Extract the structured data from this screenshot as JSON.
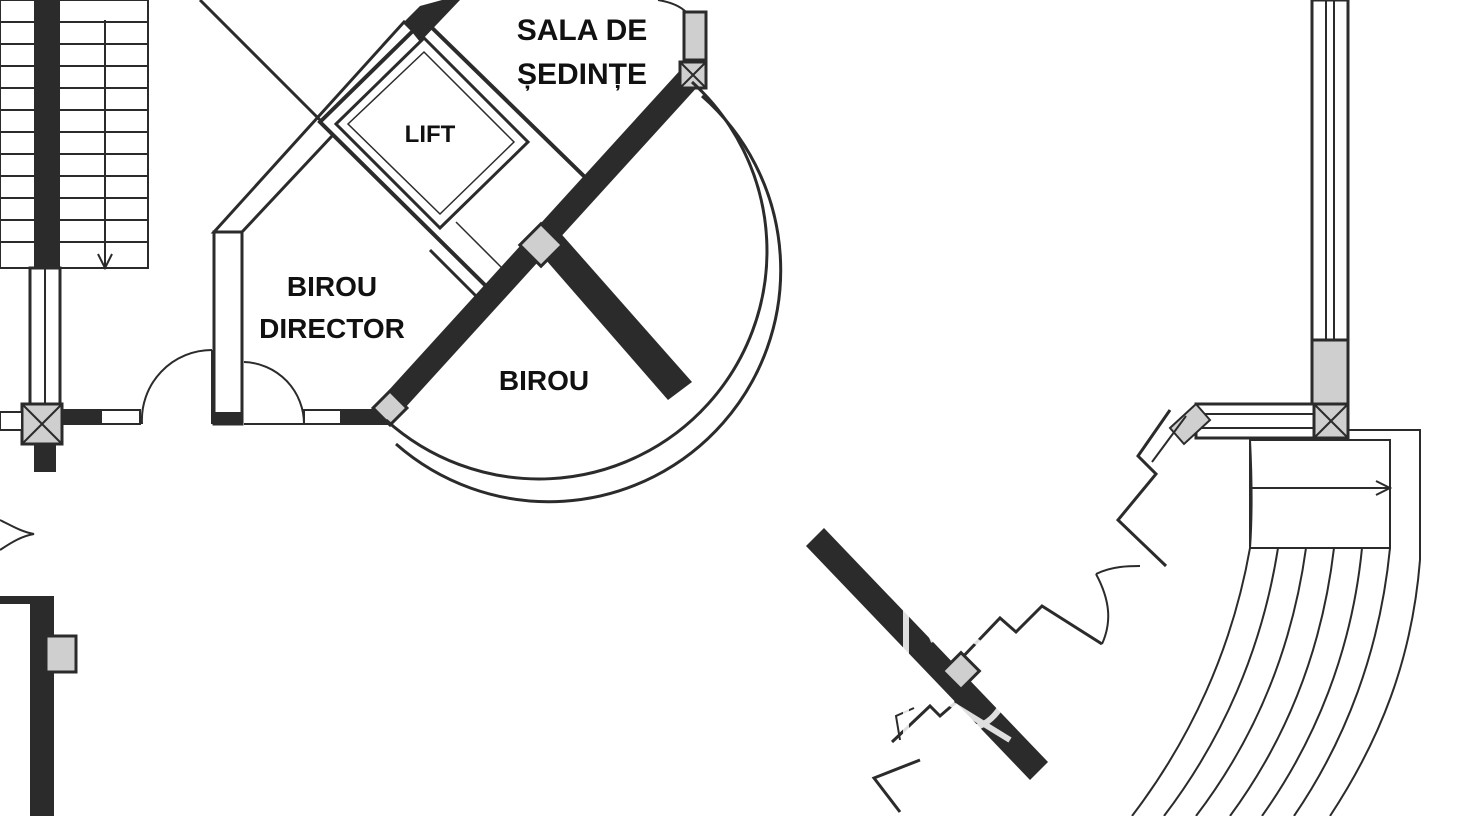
{
  "rooms": {
    "sala": {
      "line1": "SALA DE",
      "line2": "ȘEDINȚE"
    },
    "lift": "LIFT",
    "director": {
      "line1": "BIROU",
      "line2": "DIRECTOR"
    },
    "birou": "BIROU"
  },
  "colors": {
    "wall": "#2b2b2b",
    "background": "#ffffff",
    "fill_grey": "#cfcfcf"
  },
  "icons": [
    "stair-arrow-icon",
    "stair-arrow-icon",
    "watermark-logo"
  ]
}
